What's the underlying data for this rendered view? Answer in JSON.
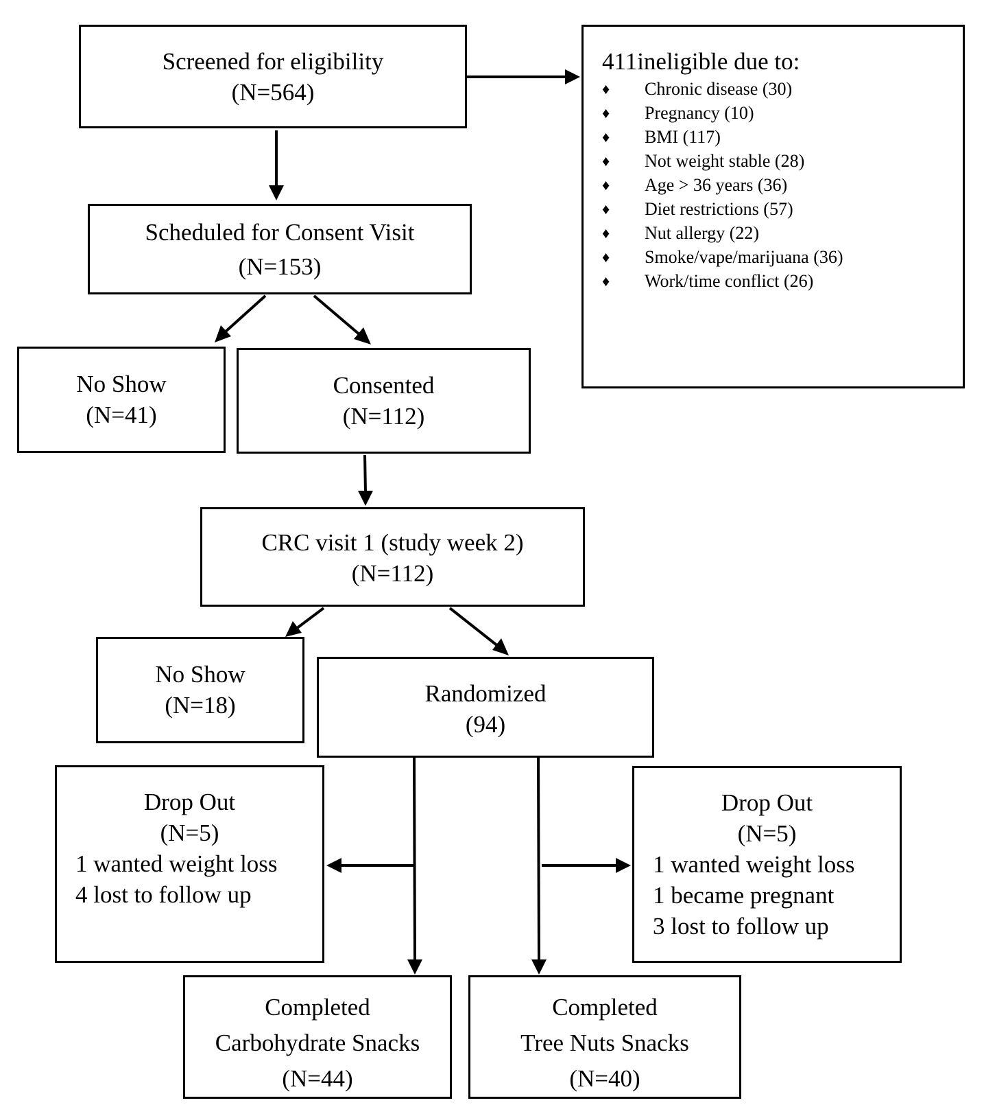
{
  "screened": {
    "line1": "Screened for eligibility",
    "line2": "(N=564)"
  },
  "ineligible": {
    "heading": "411ineligible due to:",
    "bullet": "♦",
    "reasons": [
      "Chronic disease (30)",
      "Pregnancy (10)",
      "BMI (117)",
      "Not weight stable (28)",
      "Age > 36 years (36)",
      "Diet restrictions (57)",
      "Nut allergy (22)",
      "Smoke/vape/marijuana (36)",
      "Work/time conflict (26)"
    ]
  },
  "scheduled": {
    "line1": "Scheduled for Consent Visit",
    "line2": "(N=153)"
  },
  "no_show_1": {
    "line1": "No Show",
    "line2": "(N=41)"
  },
  "consented": {
    "line1": "Consented",
    "line2": "(N=112)"
  },
  "crc_visit": {
    "line1": "CRC visit 1 (study week 2)",
    "line2": "(N=112)"
  },
  "no_show_2": {
    "line1": "No Show",
    "line2": "(N=18)"
  },
  "randomized": {
    "line1": "Randomized",
    "line2": "(94)"
  },
  "drop_out_left": {
    "line1": "Drop Out",
    "line2": "(N=5)",
    "line3": "1 wanted weight loss",
    "line4": "4 lost to follow up"
  },
  "drop_out_right": {
    "line1": "Drop Out",
    "line2": "(N=5)",
    "line3": "1 wanted weight loss",
    "line4": "1 became pregnant",
    "line5": "3 lost to follow up"
  },
  "completed_carb": {
    "line1": "Completed",
    "line2": "Carbohydrate Snacks",
    "line3": "(N=44)"
  },
  "completed_nuts": {
    "line1": "Completed",
    "line2": "Tree Nuts Snacks",
    "line3": "(N=40)"
  }
}
